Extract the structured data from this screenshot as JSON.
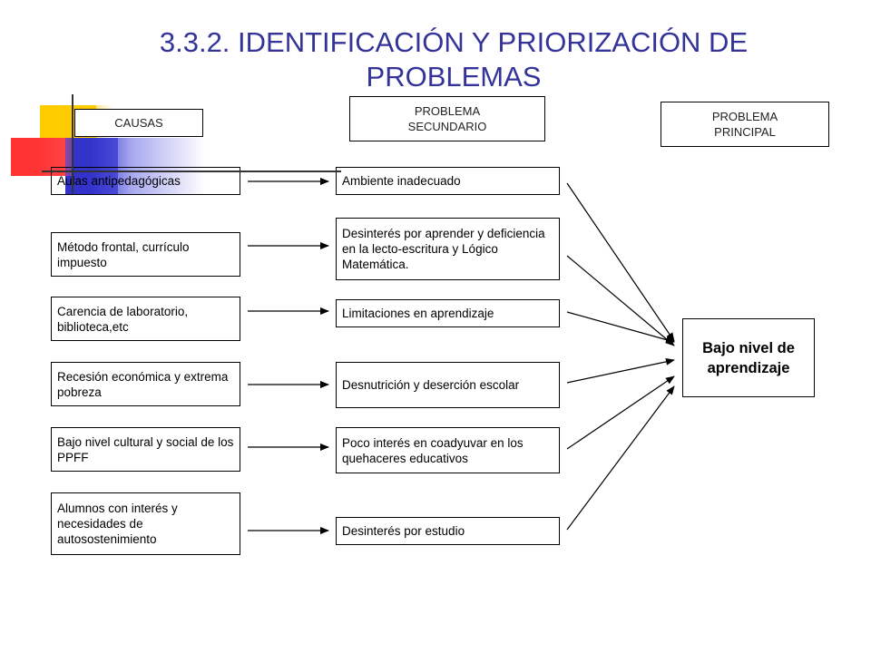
{
  "title": "3.3.2. IDENTIFICACIÓN Y PRIORIZACIÓN DE PROBLEMAS",
  "headers": {
    "causas": "CAUSAS",
    "secundario": "PROBLEMA SECUNDARIO",
    "principal": "PROBLEMA PRINCIPAL"
  },
  "causas": [
    "Aulas antipedagógicas",
    "Método frontal, currículo impuesto",
    "Carencia de laboratorio, biblioteca,etc",
    "Recesión económica y extrema pobreza",
    "Bajo nivel cultural y social de los PPFF",
    "Alumnos con interés y necesidades de autosostenimiento"
  ],
  "secundarios": [
    "Ambiente inadecuado",
    "Desinterés por aprender y deficiencia en la lecto-escritura y Lógico Matemática.",
    "Limitaciones en aprendizaje",
    "Desnutrición y deserción escolar",
    "Poco interés en coadyuvar en los quehaceres educativos",
    "Desinterés por estudio"
  ],
  "principal": "Bajo nivel de aprendizaje",
  "colors": {
    "title": "#333399",
    "accent_yellow": "#ffcc00",
    "accent_blue": "#3333cc",
    "accent_red": "#ff3333"
  }
}
